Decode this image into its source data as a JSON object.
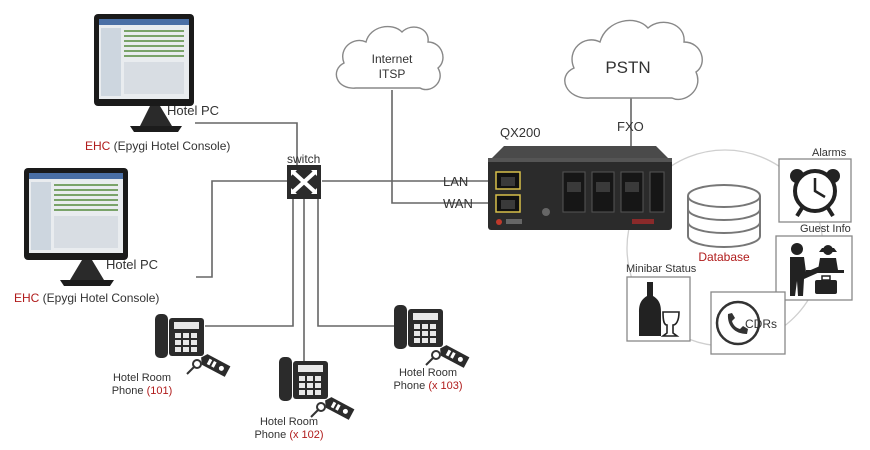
{
  "cloud_internet": {
    "line1": "Internet",
    "line2": "ITSP"
  },
  "cloud_pstn": {
    "label": "PSTN"
  },
  "device": {
    "name": "QX200",
    "fxo_label": "FXO",
    "lan_label": "LAN",
    "wan_label": "WAN"
  },
  "switch": {
    "label": "switch"
  },
  "pcs": [
    {
      "label": "Hotel PC",
      "caption_red": "EHC",
      "caption_rest": " (Epygi Hotel Console)"
    },
    {
      "label": "Hotel PC",
      "caption_red": "EHC",
      "caption_rest": " (Epygi Hotel Console)"
    }
  ],
  "phones": [
    {
      "line1": "Hotel Room",
      "line2": "Phone ",
      "ext": "(101)"
    },
    {
      "line1": "Hotel Room",
      "line2": "Phone ",
      "ext": "(x 102)"
    },
    {
      "line1": "Hotel Room",
      "line2": "Phone ",
      "ext": "(x 103)"
    }
  ],
  "services": {
    "alarms": "Alarms",
    "guest_info": "Guest Info",
    "database": "Database",
    "minibar": "Minibar Status",
    "cdrs": "CDRs"
  },
  "colors": {
    "accent_red": "#b01b1b",
    "line": "#555555",
    "device_dark": "#2b2b2b"
  }
}
